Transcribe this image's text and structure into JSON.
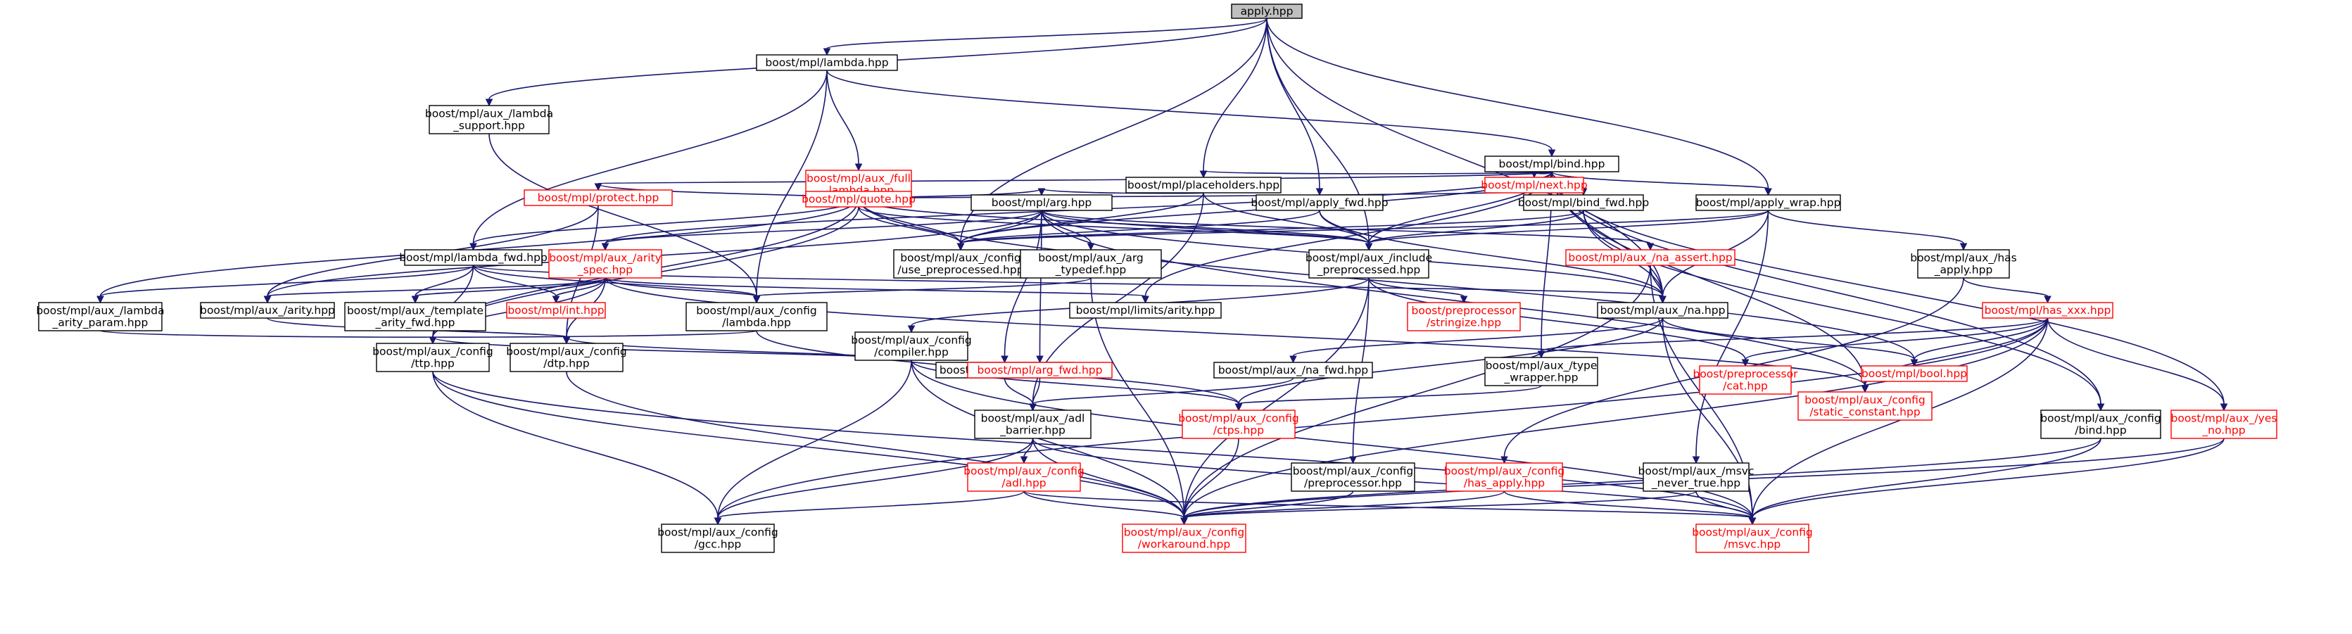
{
  "graph": {
    "type": "include-dependency-graph",
    "colors": {
      "edge": "#191970",
      "node_border": "#000000",
      "incomplete_node_border": "#ff0000",
      "incomplete_node_text": "#ff0000",
      "root_fill": "#bfbfbf",
      "background": "#ffffff"
    },
    "nodes": [
      {
        "id": "apply",
        "lines": [
          "apply.hpp"
        ],
        "root": true
      },
      {
        "id": "lambda",
        "lines": [
          "boost/mpl/lambda.hpp"
        ]
      },
      {
        "id": "aux_lambda_support",
        "lines": [
          "boost/mpl/aux_/lambda",
          "_support.hpp"
        ]
      },
      {
        "id": "bind",
        "lines": [
          "boost/mpl/bind.hpp"
        ]
      },
      {
        "id": "full_lambda",
        "lines": [
          "boost/mpl/aux_/full",
          "_lambda.hpp"
        ],
        "incomplete": true
      },
      {
        "id": "placeholders",
        "lines": [
          "boost/mpl/placeholders.hpp"
        ]
      },
      {
        "id": "next",
        "lines": [
          "boost/mpl/next.hpp"
        ],
        "incomplete": true
      },
      {
        "id": "protect",
        "lines": [
          "boost/mpl/protect.hpp"
        ],
        "incomplete": true
      },
      {
        "id": "quote",
        "lines": [
          "boost/mpl/quote.hpp"
        ],
        "incomplete": true
      },
      {
        "id": "arg",
        "lines": [
          "boost/mpl/arg.hpp"
        ]
      },
      {
        "id": "apply_fwd",
        "lines": [
          "boost/mpl/apply_fwd.hpp"
        ]
      },
      {
        "id": "bind_fwd",
        "lines": [
          "boost/mpl/bind_fwd.hpp"
        ]
      },
      {
        "id": "apply_wrap",
        "lines": [
          "boost/mpl/apply_wrap.hpp"
        ]
      },
      {
        "id": "lambda_fwd",
        "lines": [
          "boost/mpl/lambda_fwd.hpp"
        ]
      },
      {
        "id": "aux_arity_spec",
        "lines": [
          "boost/mpl/aux_/arity",
          "_spec.hpp"
        ],
        "incomplete": true
      },
      {
        "id": "use_preprocessed",
        "lines": [
          "boost/mpl/aux_/config",
          "/use_preprocessed.hpp"
        ]
      },
      {
        "id": "arg_typedef",
        "lines": [
          "boost/mpl/aux_/arg",
          "_typedef.hpp"
        ]
      },
      {
        "id": "include_preprocessed",
        "lines": [
          "boost/mpl/aux_/include",
          "_preprocessed.hpp"
        ]
      },
      {
        "id": "na_assert",
        "lines": [
          "boost/mpl/aux_/na_assert.hpp"
        ],
        "incomplete": true
      },
      {
        "id": "has_apply",
        "lines": [
          "boost/mpl/aux_/has",
          "_apply.hpp"
        ]
      },
      {
        "id": "lambda_arity_param",
        "lines": [
          "boost/mpl/aux_/lambda",
          "_arity_param.hpp"
        ]
      },
      {
        "id": "arity",
        "lines": [
          "boost/mpl/aux_/arity.hpp"
        ]
      },
      {
        "id": "template_arity_fwd",
        "lines": [
          "boost/mpl/aux_/template",
          "_arity_fwd.hpp"
        ]
      },
      {
        "id": "int",
        "lines": [
          "boost/mpl/int.hpp"
        ],
        "incomplete": true
      },
      {
        "id": "config_lambda",
        "lines": [
          "boost/mpl/aux_/config",
          "/lambda.hpp"
        ]
      },
      {
        "id": "limits_arity",
        "lines": [
          "boost/mpl/limits/arity.hpp"
        ]
      },
      {
        "id": "stringize",
        "lines": [
          "boost/preprocessor",
          "/stringize.hpp"
        ],
        "incomplete": true
      },
      {
        "id": "na",
        "lines": [
          "boost/mpl/aux_/na.hpp"
        ]
      },
      {
        "id": "has_xxx",
        "lines": [
          "boost/mpl/has_xxx.hpp"
        ],
        "incomplete": true
      },
      {
        "id": "compiler",
        "lines": [
          "boost/mpl/aux_/config",
          "/compiler.hpp"
        ]
      },
      {
        "id": "ttp",
        "lines": [
          "boost/mpl/aux_/config",
          "/ttp.hpp"
        ]
      },
      {
        "id": "dtp",
        "lines": [
          "boost/mpl/aux_/config",
          "/dtp.hpp"
        ]
      },
      {
        "id": "void_fwd",
        "lines": [
          "boost/mpl/void_fwd.hpp"
        ]
      },
      {
        "id": "arg_fwd",
        "lines": [
          "boost/mpl/arg_fwd.hpp"
        ],
        "incomplete": true
      },
      {
        "id": "na_fwd",
        "lines": [
          "boost/mpl/aux_/na_fwd.hpp"
        ]
      },
      {
        "id": "itype_wrapper",
        "lines": [
          "boost/mpl/aux_/type",
          "_wrapper.hpp"
        ]
      },
      {
        "id": "cat",
        "lines": [
          "boost/preprocessor",
          "/cat.hpp"
        ],
        "incomplete": true
      },
      {
        "id": "bool",
        "lines": [
          "boost/mpl/bool.hpp"
        ],
        "incomplete": true
      },
      {
        "id": "static_constant",
        "lines": [
          "boost/mpl/aux_/config",
          "/static_constant.hpp"
        ],
        "incomplete": true
      },
      {
        "id": "adl_barrier",
        "lines": [
          "boost/mpl/aux_/adl",
          "_barrier.hpp"
        ]
      },
      {
        "id": "ctps",
        "lines": [
          "boost/mpl/aux_/config",
          "/ctps.hpp"
        ],
        "incomplete": true
      },
      {
        "id": "config_bind",
        "lines": [
          "boost/mpl/aux_/config",
          "/bind.hpp"
        ]
      },
      {
        "id": "yes_no",
        "lines": [
          "boost/mpl/aux_/yes",
          "_no.hpp"
        ],
        "incomplete": true
      },
      {
        "id": "config_adl",
        "lines": [
          "boost/mpl/aux_/config",
          "/adl.hpp"
        ],
        "incomplete": true
      },
      {
        "id": "config_preprocessor",
        "lines": [
          "boost/mpl/aux_/config",
          "/preprocessor.hpp"
        ]
      },
      {
        "id": "config_has_apply",
        "lines": [
          "boost/mpl/aux_/config",
          "/has_apply.hpp"
        ],
        "incomplete": true
      },
      {
        "id": "msvc_never_true",
        "lines": [
          "boost/mpl/aux_/msvc",
          "_never_true.hpp"
        ]
      },
      {
        "id": "gcc",
        "lines": [
          "boost/mpl/aux_/config",
          "/gcc.hpp"
        ]
      },
      {
        "id": "workaround",
        "lines": [
          "boost/mpl/aux_/config",
          "/workaround.hpp"
        ],
        "incomplete": true
      },
      {
        "id": "msvc",
        "lines": [
          "boost/mpl/aux_/config",
          "/msvc.hpp"
        ],
        "incomplete": true
      }
    ],
    "edges": [
      [
        "apply",
        "lambda"
      ],
      [
        "apply",
        "aux_lambda_support"
      ],
      [
        "apply",
        "placeholders"
      ],
      [
        "apply",
        "apply_fwd"
      ],
      [
        "apply",
        "apply_wrap"
      ],
      [
        "apply",
        "include_preprocessed"
      ],
      [
        "apply",
        "use_preprocessed"
      ],
      [
        "apply",
        "na"
      ],
      [
        "lambda",
        "bind"
      ],
      [
        "lambda",
        "full_lambda"
      ],
      [
        "lambda",
        "lambda_fwd"
      ],
      [
        "lambda",
        "config_lambda"
      ],
      [
        "aux_lambda_support",
        "config_lambda"
      ],
      [
        "bind",
        "placeholders"
      ],
      [
        "bind",
        "next"
      ],
      [
        "bind",
        "protect"
      ],
      [
        "bind",
        "bind_fwd"
      ],
      [
        "bind",
        "apply_wrap"
      ],
      [
        "bind",
        "aux_arity_spec"
      ],
      [
        "bind",
        "use_preprocessed"
      ],
      [
        "bind",
        "include_preprocessed"
      ],
      [
        "bind",
        "na"
      ],
      [
        "bind",
        "itype_wrapper"
      ],
      [
        "bind",
        "static_constant"
      ],
      [
        "bind",
        "config_bind"
      ],
      [
        "bind",
        "yes_no"
      ],
      [
        "bind",
        "limits_arity"
      ],
      [
        "full_lambda",
        "protect"
      ],
      [
        "full_lambda",
        "quote"
      ],
      [
        "full_lambda",
        "arg"
      ],
      [
        "full_lambda",
        "bind_fwd"
      ],
      [
        "full_lambda",
        "lambda_fwd"
      ],
      [
        "full_lambda",
        "use_preprocessed"
      ],
      [
        "full_lambda",
        "include_preprocessed"
      ],
      [
        "full_lambda",
        "lambda_arity_param"
      ],
      [
        "full_lambda",
        "ttp"
      ],
      [
        "full_lambda",
        "bool"
      ],
      [
        "placeholders",
        "arg"
      ],
      [
        "placeholders",
        "use_preprocessed"
      ],
      [
        "placeholders",
        "include_preprocessed"
      ],
      [
        "placeholders",
        "adl_barrier"
      ],
      [
        "protect",
        "arity"
      ],
      [
        "protect",
        "dtp"
      ],
      [
        "quote",
        "use_preprocessed"
      ],
      [
        "quote",
        "include_preprocessed"
      ],
      [
        "quote",
        "ttp"
      ],
      [
        "arg",
        "arg_typedef"
      ],
      [
        "arg",
        "aux_arity_spec"
      ],
      [
        "arg",
        "use_preprocessed"
      ],
      [
        "arg",
        "include_preprocessed"
      ],
      [
        "arg",
        "na_assert"
      ],
      [
        "arg",
        "arity"
      ],
      [
        "arg",
        "na"
      ],
      [
        "arg",
        "arg_fwd"
      ],
      [
        "arg",
        "static_constant"
      ],
      [
        "arg",
        "void_fwd"
      ],
      [
        "apply_fwd",
        "use_preprocessed"
      ],
      [
        "apply_fwd",
        "include_preprocessed"
      ],
      [
        "apply_fwd",
        "na"
      ],
      [
        "bind_fwd",
        "use_preprocessed"
      ],
      [
        "bind_fwd",
        "include_preprocessed"
      ],
      [
        "bind_fwd",
        "na"
      ],
      [
        "bind_fwd",
        "config_bind"
      ],
      [
        "apply_wrap",
        "include_preprocessed"
      ],
      [
        "apply_wrap",
        "has_apply"
      ],
      [
        "apply_wrap",
        "na"
      ],
      [
        "apply_wrap",
        "msvc_never_true"
      ],
      [
        "apply_wrap",
        "use_preprocessed"
      ],
      [
        "lambda_fwd",
        "lambda_arity_param"
      ],
      [
        "lambda_fwd",
        "template_arity_fwd"
      ],
      [
        "lambda_fwd",
        "int"
      ],
      [
        "lambda_fwd",
        "config_lambda"
      ],
      [
        "lambda_fwd",
        "na"
      ],
      [
        "lambda_fwd",
        "ttp"
      ],
      [
        "aux_arity_spec",
        "int"
      ],
      [
        "aux_arity_spec",
        "template_arity_fwd"
      ],
      [
        "aux_arity_spec",
        "config_lambda"
      ],
      [
        "aux_arity_spec",
        "arity"
      ],
      [
        "aux_arity_spec",
        "dtp"
      ],
      [
        "aux_arity_spec",
        "ttp"
      ],
      [
        "aux_arity_spec",
        "limits_arity"
      ],
      [
        "aux_arity_spec",
        "static_constant"
      ],
      [
        "arg_typedef",
        "config_lambda"
      ],
      [
        "arg_typedef",
        "workaround"
      ],
      [
        "include_preprocessed",
        "compiler"
      ],
      [
        "include_preprocessed",
        "stringize"
      ],
      [
        "include_preprocessed",
        "config_preprocessor"
      ],
      [
        "include_preprocessed",
        "workaround"
      ],
      [
        "include_preprocessed",
        "cat"
      ],
      [
        "na_assert",
        "na"
      ],
      [
        "na_assert",
        "workaround"
      ],
      [
        "na_assert",
        "msvc"
      ],
      [
        "has_apply",
        "has_xxx"
      ],
      [
        "has_apply",
        "config_has_apply"
      ],
      [
        "lambda_arity_param",
        "ttp"
      ],
      [
        "arity",
        "dtp"
      ],
      [
        "config_lambda",
        "ttp"
      ],
      [
        "config_lambda",
        "ctps"
      ],
      [
        "na",
        "na_fwd"
      ],
      [
        "na",
        "bool"
      ],
      [
        "na",
        "ctps"
      ],
      [
        "na",
        "msvc"
      ],
      [
        "has_xxx",
        "itype_wrapper"
      ],
      [
        "has_xxx",
        "cat"
      ],
      [
        "has_xxx",
        "bool"
      ],
      [
        "has_xxx",
        "static_constant"
      ],
      [
        "has_xxx",
        "yes_no"
      ],
      [
        "has_xxx",
        "msvc"
      ],
      [
        "has_xxx",
        "workaround"
      ],
      [
        "has_xxx",
        "gcc"
      ],
      [
        "compiler",
        "ttp"
      ],
      [
        "compiler",
        "dtp"
      ],
      [
        "compiler",
        "ctps"
      ],
      [
        "compiler",
        "gcc"
      ],
      [
        "compiler",
        "workaround"
      ],
      [
        "compiler",
        "msvc"
      ],
      [
        "ttp",
        "gcc"
      ],
      [
        "ttp",
        "workaround"
      ],
      [
        "ttp",
        "msvc"
      ],
      [
        "dtp",
        "workaround"
      ],
      [
        "void_fwd",
        "adl_barrier"
      ],
      [
        "arg_fwd",
        "adl_barrier"
      ],
      [
        "na_fwd",
        "adl_barrier"
      ],
      [
        "itype_wrapper",
        "ctps"
      ],
      [
        "adl_barrier",
        "config_adl"
      ],
      [
        "adl_barrier",
        "gcc"
      ],
      [
        "adl_barrier",
        "workaround"
      ],
      [
        "adl_barrier",
        "msvc"
      ],
      [
        "ctps",
        "workaround"
      ],
      [
        "config_bind",
        "workaround"
      ],
      [
        "config_bind",
        "msvc"
      ],
      [
        "yes_no",
        "workaround"
      ],
      [
        "yes_no",
        "msvc"
      ],
      [
        "config_adl",
        "gcc"
      ],
      [
        "config_adl",
        "workaround"
      ],
      [
        "config_adl",
        "msvc"
      ],
      [
        "config_preprocessor",
        "workaround"
      ],
      [
        "config_has_apply",
        "workaround"
      ],
      [
        "config_has_apply",
        "msvc"
      ],
      [
        "msvc_never_true",
        "workaround"
      ],
      [
        "msvc_never_true",
        "msvc"
      ]
    ]
  }
}
